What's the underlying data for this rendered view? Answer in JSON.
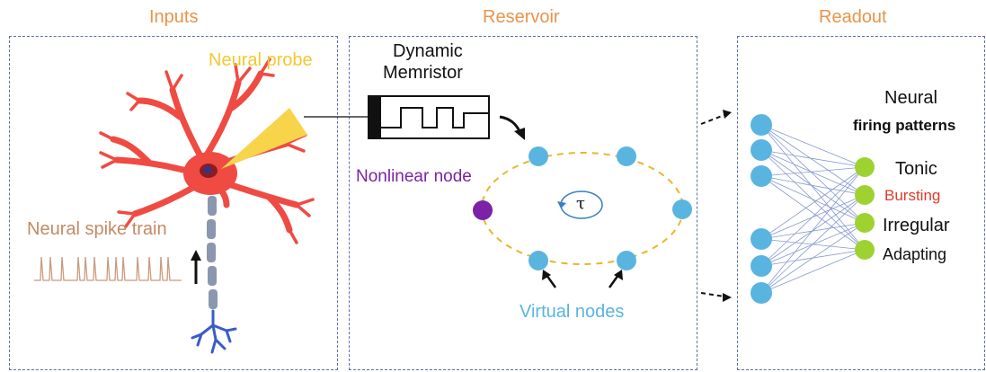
{
  "panels": {
    "inputs": "Inputs",
    "reservoir": "Reservoir",
    "readout": "Readout"
  },
  "inputs": {
    "probe_label": "Neural probe",
    "spike_train_label": "Neural spike train"
  },
  "reservoir": {
    "memristor_line1": "Dynamic",
    "memristor_line2": "Memristor",
    "nonlinear_label": "Nonlinear node",
    "tau": "τ",
    "virtual_label": "Virtual nodes"
  },
  "readout": {
    "title_line1": "Neural",
    "title_line2": "firing patterns",
    "outputs": [
      "Tonic",
      "Bursting",
      "Irregular",
      "Adapting"
    ]
  },
  "colors": {
    "panel_title": "#e8944a",
    "panel_border": "#5b6fa8",
    "neuron": "#ef4b43",
    "axon": "#8a97ae",
    "dendrite": "#3a5cc8",
    "probe": "#f7d44a",
    "spike": "#c99b7c",
    "node_blue": "#5ab4e0",
    "nonlinear": "#7a22a8",
    "ring": "#e8b52e",
    "output_green": "#9ed230",
    "bursting": "#e03a2a"
  }
}
